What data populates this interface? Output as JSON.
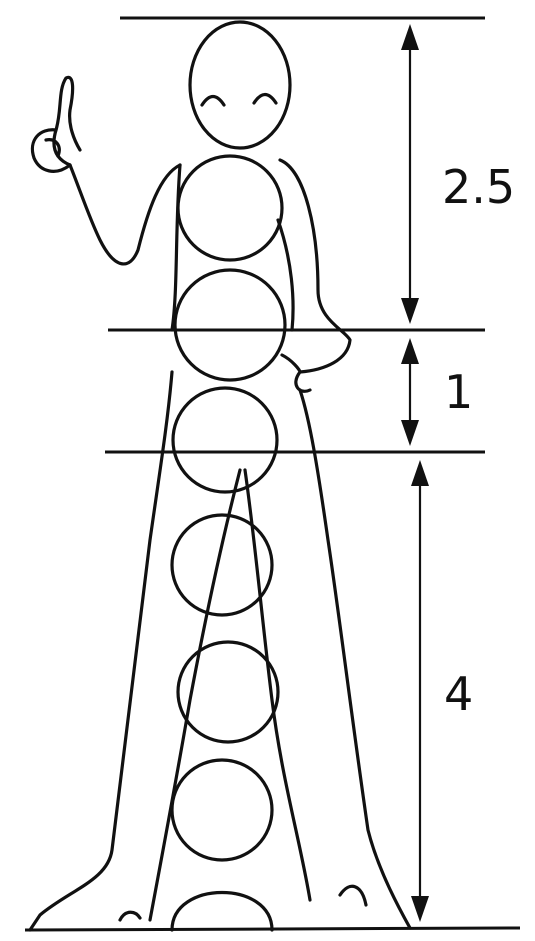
{
  "figure": {
    "measurements": [
      {
        "id": "upper",
        "label": "2.5"
      },
      {
        "id": "middle",
        "label": "1"
      },
      {
        "id": "lower",
        "label": "4"
      }
    ]
  },
  "colors": {
    "ink": "#111111",
    "background": "#ffffff"
  }
}
